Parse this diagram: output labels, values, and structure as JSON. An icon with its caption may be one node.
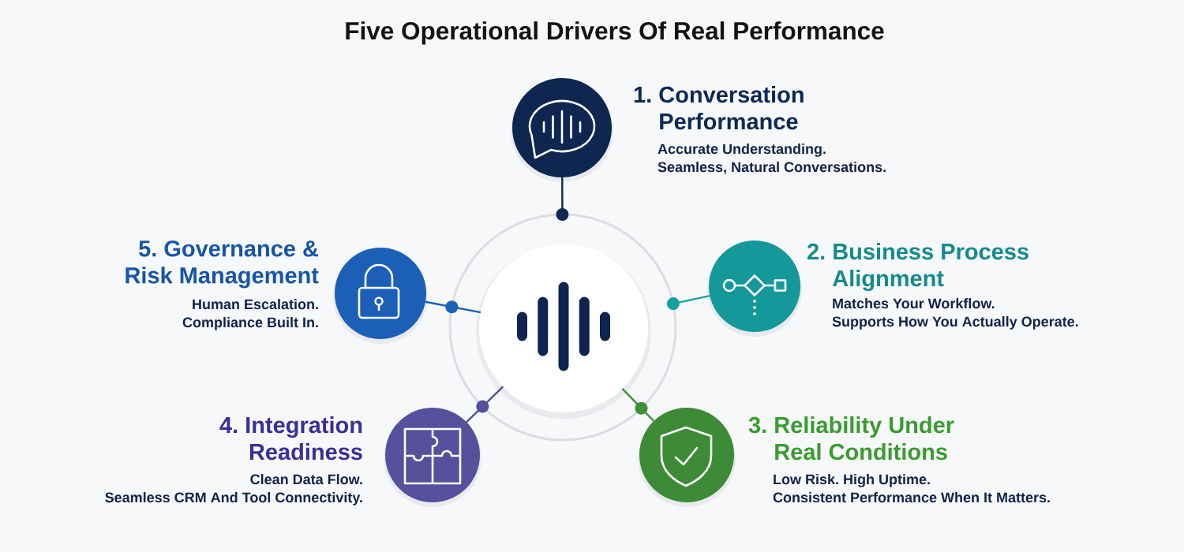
{
  "diagram": {
    "title": "Five Operational Drivers Of Real Performance",
    "nodes": [
      {
        "text": [],
        "shape": "circle"
      },
      {
        "text": [],
        "shape": "circle",
        "in": 0
      },
      {
        "text": [
          "1. Conversation Performance",
          "Accurate Understanding. Seamless, Natural Conversations."
        ]
      },
      {
        "text": [
          "2. Business Process Alignment",
          "Matches Your Workflow. Supports How You Actually Operate."
        ]
      },
      {
        "text": [
          "3. Reliability Under Real Conditions",
          "Low Risk. High Uptime. Consistent Performance When It Matters."
        ]
      },
      {
        "text": [
          "4. Integration Readiness",
          "Clean Data Flow. Seamless CRM And Tool Connectivity."
        ]
      },
      {
        "text": [
          "5. Governance & Risk Management",
          "Human Escalation. Compliance Built In."
        ]
      }
    ],
    "edges": [
      {
        "from": 0,
        "to": 2,
        "arrow": "other",
        "color": "#0f2850"
      },
      {
        "from": 0,
        "to": 3,
        "arrow": "other",
        "color": "#17a0a2"
      },
      {
        "from": 1,
        "to": 4,
        "arrow": "none",
        "color": "#3f8f3a"
      },
      {
        "from": 1,
        "to": 5,
        "arrow": "none",
        "color": "#55509b"
      },
      {
        "from": 1,
        "to": 6,
        "arrow": "none",
        "color": "#1b5fb8"
      }
    ]
  }
}
